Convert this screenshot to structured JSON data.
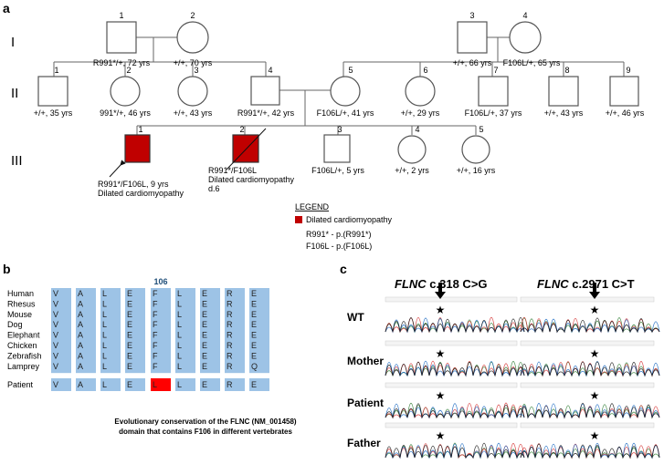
{
  "panel_labels": {
    "a": "a",
    "b": "b",
    "c": "c"
  },
  "pedigree": {
    "generations": [
      "I",
      "II",
      "III"
    ],
    "gen1": [
      {
        "num": "1",
        "label": "R991*/+, 72 yrs",
        "sex": "male",
        "affected": false
      },
      {
        "num": "2",
        "label": "+/+, 70 yrs",
        "sex": "female",
        "affected": false
      },
      {
        "num": "3",
        "label": "+/+, 66 yrs",
        "sex": "male",
        "affected": false
      },
      {
        "num": "4",
        "label": "F106L/+, 65 yrs",
        "sex": "female",
        "affected": false
      }
    ],
    "gen2": [
      {
        "num": "1",
        "label": "+/+, 35 yrs",
        "sex": "male"
      },
      {
        "num": "2",
        "label": "991*/+, 46 yrs",
        "sex": "female"
      },
      {
        "num": "3",
        "label": "+/+, 43 yrs",
        "sex": "female"
      },
      {
        "num": "4",
        "label": "R991*/+, 42 yrs",
        "sex": "male"
      },
      {
        "num": "5",
        "label": "F106L/+, 41 yrs",
        "sex": "female"
      },
      {
        "num": "6",
        "label": "+/+, 29 yrs",
        "sex": "female"
      },
      {
        "num": "7",
        "label": "F106L/+, 37 yrs",
        "sex": "male"
      },
      {
        "num": "8",
        "label": "+/+, 43 yrs",
        "sex": "male"
      },
      {
        "num": "9",
        "label": "+/+, 46 yrs",
        "sex": "male"
      }
    ],
    "gen3": [
      {
        "num": "1",
        "lines": [
          "R991*/F106L, 9 yrs",
          "Dilated cardiomyopathy"
        ],
        "sex": "male",
        "affected": true,
        "proband": true
      },
      {
        "num": "2",
        "lines": [
          "R991*/F106L",
          "Dilated cardiomyopathy",
          "d.6"
        ],
        "sex": "male",
        "affected": true,
        "deceased": true
      },
      {
        "num": "3",
        "lines": [
          "F106L/+, 5 yrs"
        ],
        "sex": "male"
      },
      {
        "num": "4",
        "lines": [
          "+/+, 2 yrs"
        ],
        "sex": "female"
      },
      {
        "num": "5",
        "lines": [
          "+/+, 16 yrs"
        ],
        "sex": "female"
      }
    ],
    "legend": {
      "title": "LEGEND",
      "affected_label": "Dilated cardiomyopathy",
      "note1": "R991* - p.(R991*)",
      "note2": "F106L - p.(F106L)",
      "affected_color": "#c00000"
    }
  },
  "alignment": {
    "position_label": "106",
    "species": [
      "Human",
      "Rhesus",
      "Mouse",
      "Dog",
      "Elephant",
      "Chicken",
      "Zebrafish",
      "Lamprey"
    ],
    "sequences": [
      [
        "V",
        "A",
        "L",
        "E",
        "F",
        "L",
        "E",
        "R",
        "E"
      ],
      [
        "V",
        "A",
        "L",
        "E",
        "F",
        "L",
        "E",
        "R",
        "E"
      ],
      [
        "V",
        "A",
        "L",
        "E",
        "F",
        "L",
        "E",
        "R",
        "E"
      ],
      [
        "V",
        "A",
        "L",
        "E",
        "F",
        "L",
        "E",
        "R",
        "E"
      ],
      [
        "V",
        "A",
        "L",
        "E",
        "F",
        "L",
        "E",
        "R",
        "E"
      ],
      [
        "V",
        "A",
        "L",
        "E",
        "F",
        "L",
        "E",
        "R",
        "E"
      ],
      [
        "V",
        "A",
        "L",
        "E",
        "F",
        "L",
        "E",
        "R",
        "E"
      ],
      [
        "V",
        "A",
        "L",
        "E",
        "F",
        "L",
        "E",
        "R",
        "Q"
      ]
    ],
    "patient_label": "Patient",
    "patient_seq": [
      "V",
      "A",
      "L",
      "E",
      "L",
      "L",
      "E",
      "R",
      "E"
    ],
    "highlight_index": 4,
    "caption1": "Evolutionary conservation of the FLNC (NM_001458)",
    "caption2": "domain that contains F106 in different vertebrates",
    "cell_color": "#9dc3e6",
    "highlight_color": "#ff0000",
    "position_color": "#1f4e79"
  },
  "chromatograms": {
    "col1_gene": "FLNC",
    "col1_variant": " c.318 C>G",
    "col2_gene": "FLNC",
    "col2_variant": " c.2971 C>T",
    "rows": [
      "WT",
      "Mother",
      "Patient",
      "Father"
    ],
    "star": "★",
    "trace_colors": [
      "#2e7d32",
      "#d32f2f",
      "#1565c0",
      "#111111"
    ]
  }
}
